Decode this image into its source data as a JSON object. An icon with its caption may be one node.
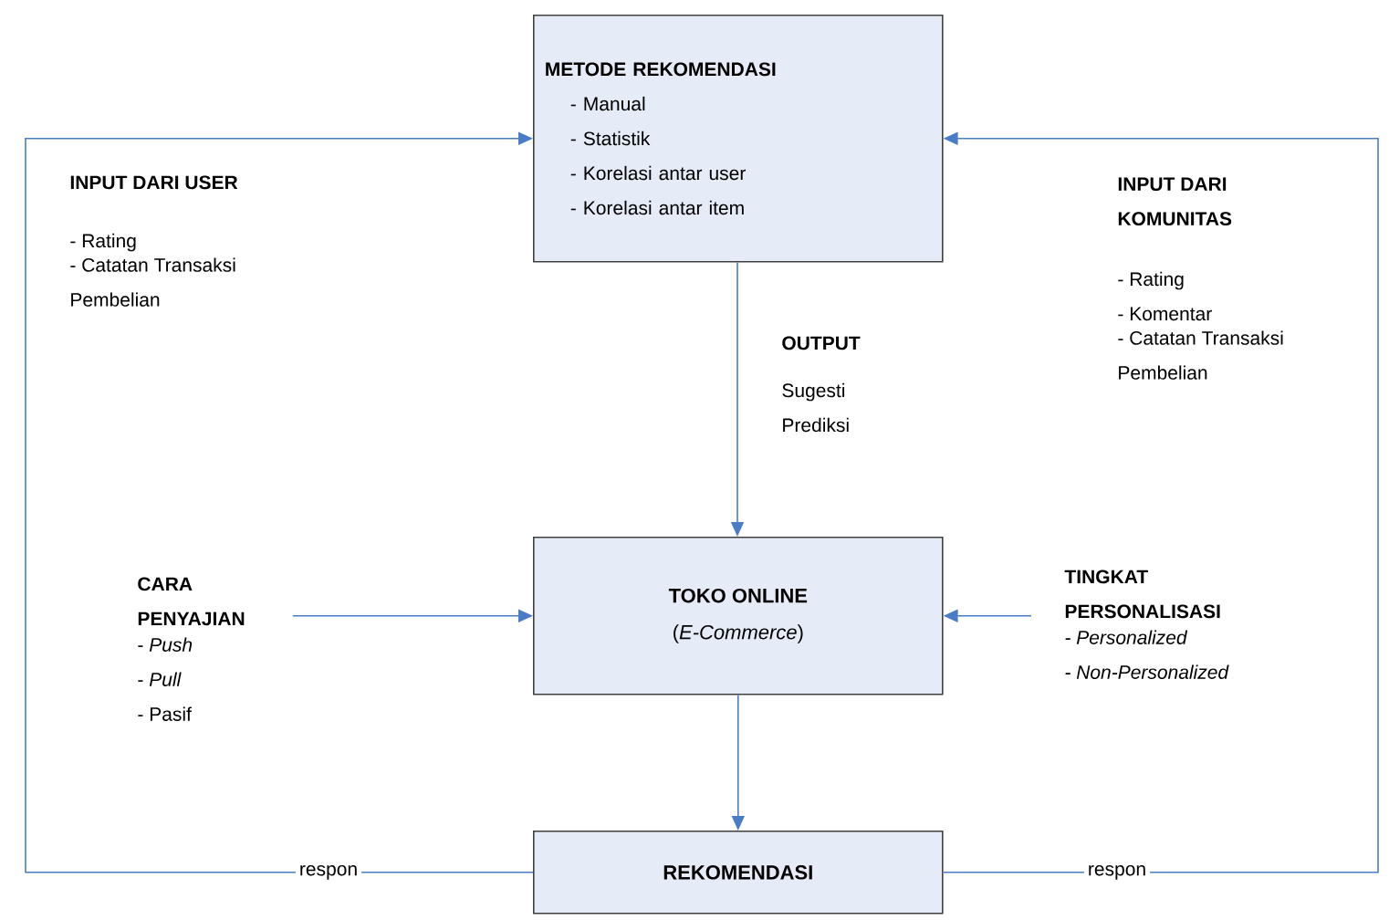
{
  "diagram": {
    "nodes": [
      {
        "text": [
          "METODE REKOMENDASI",
          "- Manual",
          "- Statistik",
          "- Korelasi antar user",
          "- Korelasi antar item"
        ]
      },
      {
        "text": [
          "TOKO ONLINE",
          "(*E-Commerce*)"
        ]
      },
      {
        "text": [
          "REKOMENDASI"
        ]
      },
      {
        "text": [
          "CARA PENYAJIAN",
          "- *Push*",
          "- *Pull*",
          "- Pasif"
        ]
      },
      {
        "text": [
          "TINGKAT PERSONALISASI",
          "- Personalized",
          "- Non-Personalized"
        ]
      }
    ],
    "edges": [
      {
        "from": 2,
        "to": 0,
        "arrow": "to",
        "label": "respon"
      },
      {
        "from": 2,
        "to": 0,
        "arrow": "to",
        "label": "respon"
      },
      {
        "from": 0,
        "to": 1,
        "arrow": "to"
      },
      {
        "from": 3,
        "to": 1,
        "arrow": "to"
      },
      {
        "from": 4,
        "to": 1,
        "arrow": "to"
      },
      {
        "from": 1,
        "to": 2,
        "arrow": "to"
      }
    ],
    "labels": [
      "INPUT DARI USER",
      "- Rating",
      "- Catatan Transaksi Pembelian",
      "INPUT DARI KOMUNITAS",
      "- Rating",
      "- Komentar",
      "- Catatan Transaksi Pembelian",
      "OUTPUT",
      "Sugesti",
      "Prediksi"
    ]
  }
}
